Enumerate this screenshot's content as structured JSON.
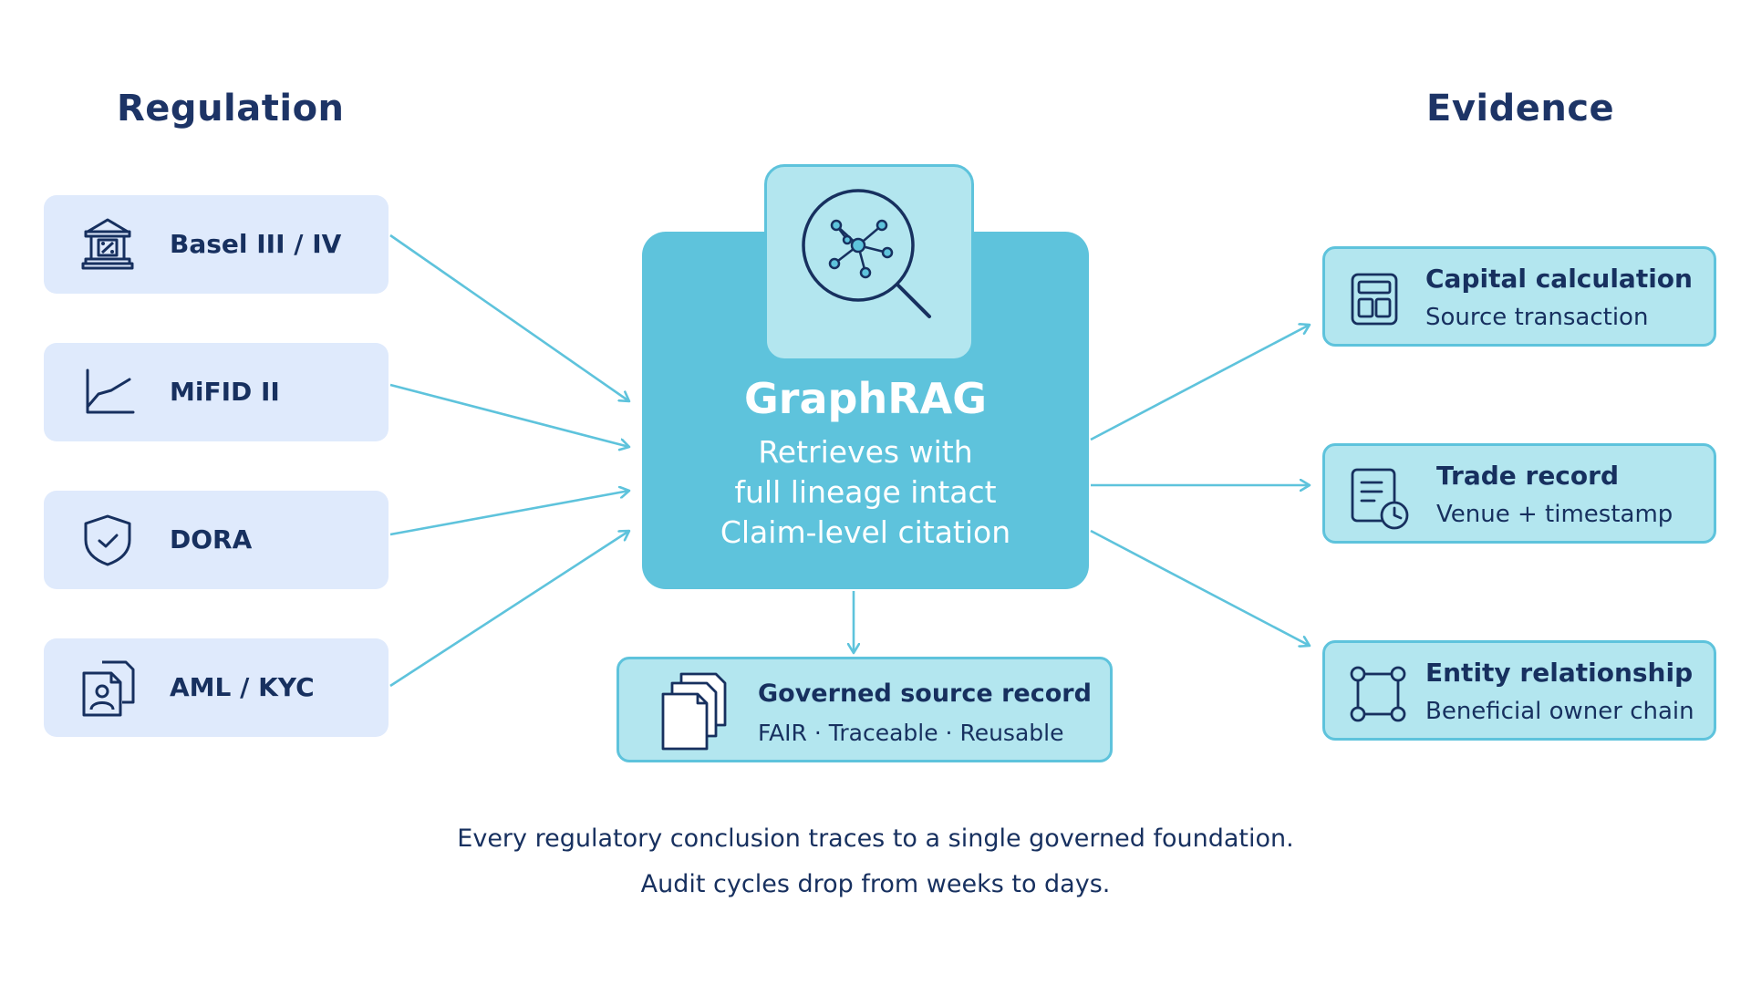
{
  "headings": {
    "regulation": "Regulation",
    "evidence": "Evidence"
  },
  "regulations": [
    {
      "label": "Basel III / IV",
      "icon": "bank-icon"
    },
    {
      "label": "MiFID II",
      "icon": "line-chart-icon"
    },
    {
      "label": "DORA",
      "icon": "shield-check-icon"
    },
    {
      "label": "AML / KYC",
      "icon": "id-documents-icon"
    }
  ],
  "center": {
    "title": "GraphRAG",
    "lines": [
      "Retrieves with",
      "full lineage intact",
      "Claim-level citation"
    ],
    "icon": "graph-search-icon"
  },
  "source": {
    "title": "Governed source record",
    "subtitle": "FAIR · Traceable · Reusable",
    "icon": "document-stack-icon"
  },
  "evidence": [
    {
      "title": "Capital calculation",
      "subtitle": "Source transaction",
      "icon": "calculator-grid-icon"
    },
    {
      "title": "Trade record",
      "subtitle": "Venue + timestamp",
      "icon": "record-clock-icon"
    },
    {
      "title": "Entity relationship",
      "subtitle": "Beneficial owner chain",
      "icon": "node-square-icon"
    }
  ],
  "footer": {
    "line1": "Every regulatory conclusion traces to a single governed foundation.",
    "line2": "Audit cycles drop from weeks to days."
  },
  "colors": {
    "navy": "#17305f",
    "accent": "#5ec3dc",
    "light_accent": "#b3e6ef",
    "regulation_bg": "#dfeafc"
  }
}
